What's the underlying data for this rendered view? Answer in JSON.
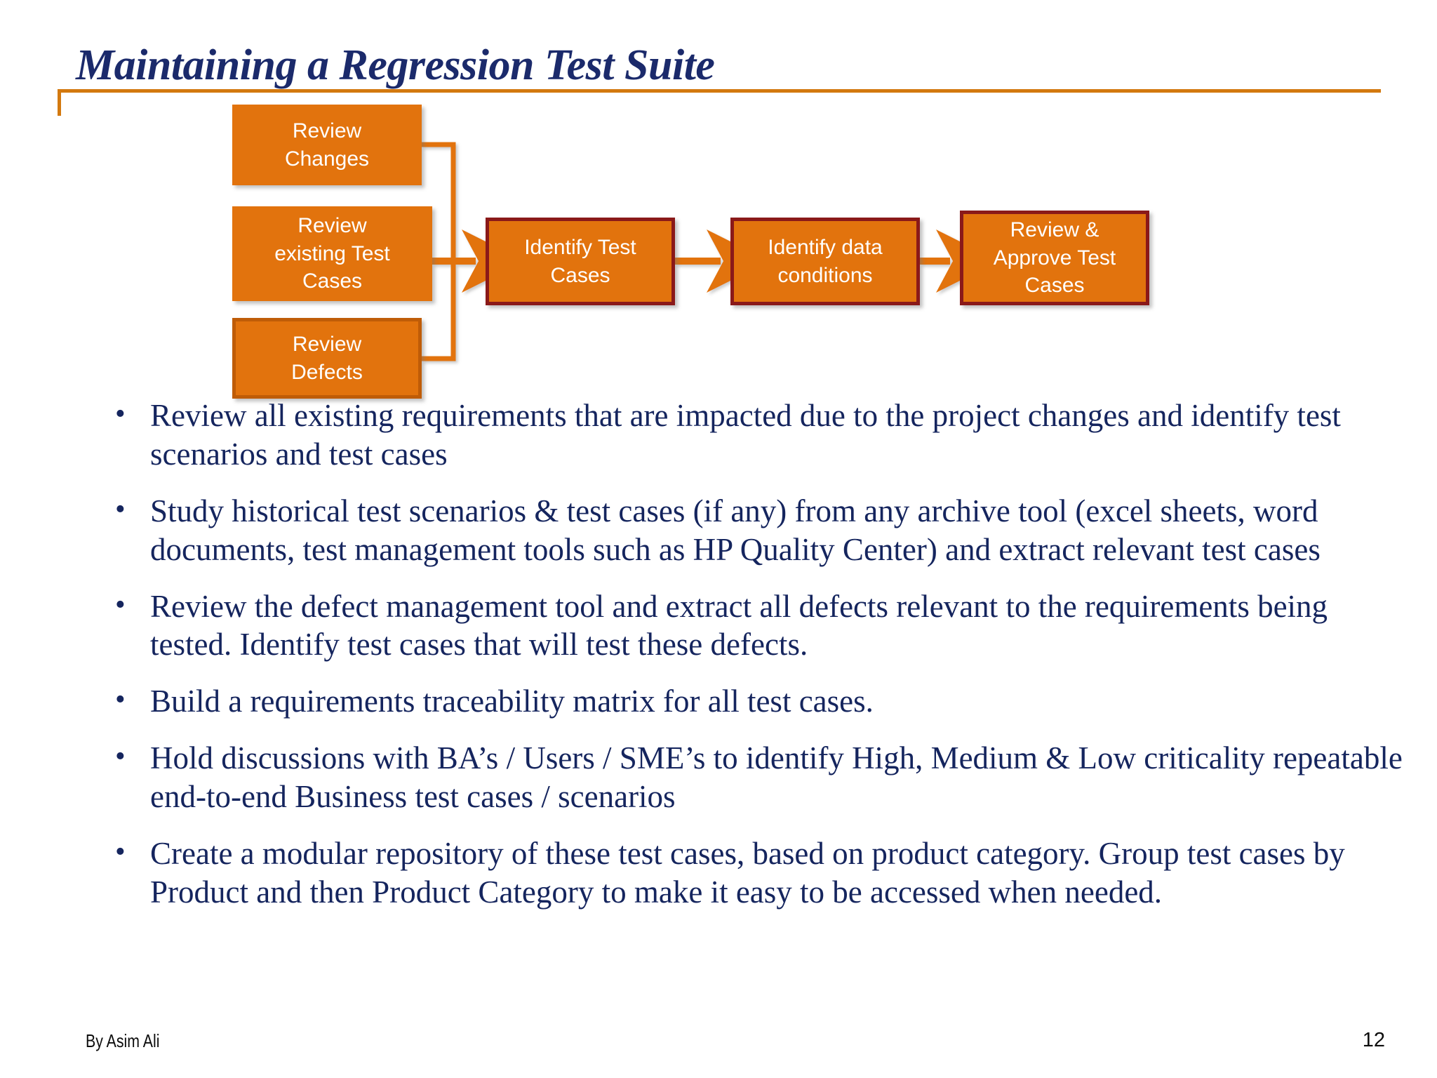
{
  "slide": {
    "title": "Maintaining a Regression Test Suite",
    "accent_color": "#d3790f",
    "title_color": "#1b2a6b",
    "body_text_color": "#15255e",
    "node_fill_color": "#e2730d",
    "node_dark_border_color": "#8a1919",
    "node_orange_border_color": "#bf5c07"
  },
  "diagram": {
    "type": "process-flow",
    "nodes": [
      {
        "id": "review-changes",
        "label": "Review\nChanges",
        "label_line1": "Review",
        "label_line2": "Changes",
        "label_line3": ""
      },
      {
        "id": "review-existing",
        "label": "Review existing Test Cases",
        "label_line1": "Review",
        "label_line2": "existing Test",
        "label_line3": "Cases"
      },
      {
        "id": "review-defects",
        "label": "Review Defects",
        "label_line1": "Review",
        "label_line2": "Defects",
        "label_line3": ""
      },
      {
        "id": "identify-test",
        "label": "Identify Test Cases",
        "label_line1": "Identify Test",
        "label_line2": "Cases",
        "label_line3": ""
      },
      {
        "id": "identify-data",
        "label": "Identify data conditions",
        "label_line1": "Identify data",
        "label_line2": "conditions",
        "label_line3": ""
      },
      {
        "id": "review-approve",
        "label": "Review & Approve Test Cases",
        "label_line1": "Review &",
        "label_line2": "Approve Test",
        "label_line3": "Cases"
      }
    ],
    "edges": [
      {
        "from": "review-changes",
        "to": "identify-test"
      },
      {
        "from": "review-existing",
        "to": "identify-test"
      },
      {
        "from": "review-defects",
        "to": "identify-test"
      },
      {
        "from": "identify-test",
        "to": "identify-data"
      },
      {
        "from": "identify-data",
        "to": "review-approve"
      }
    ]
  },
  "bullets": {
    "marker": "•",
    "items": [
      "Review all existing requirements that are impacted due to the project changes and identify test scenarios and test cases",
      "Study historical test scenarios & test cases (if any) from any archive tool (excel sheets, word documents, test management tools such as HP Quality Center) and extract relevant test cases",
      "Review the defect management tool and extract all defects relevant to the requirements being tested. Identify test cases that will test these defects.",
      "Build a requirements traceability matrix for all test cases.",
      "Hold discussions with BA’s / Users / SME’s to identify High, Medium & Low criticality repeatable end-to-end Business test cases / scenarios",
      "Create a modular repository of these test cases, based on product category. Group test cases by Product and then Product Category to make it easy to be accessed when needed."
    ]
  },
  "footer": {
    "author": "By Asim Ali",
    "page_number": "12"
  }
}
